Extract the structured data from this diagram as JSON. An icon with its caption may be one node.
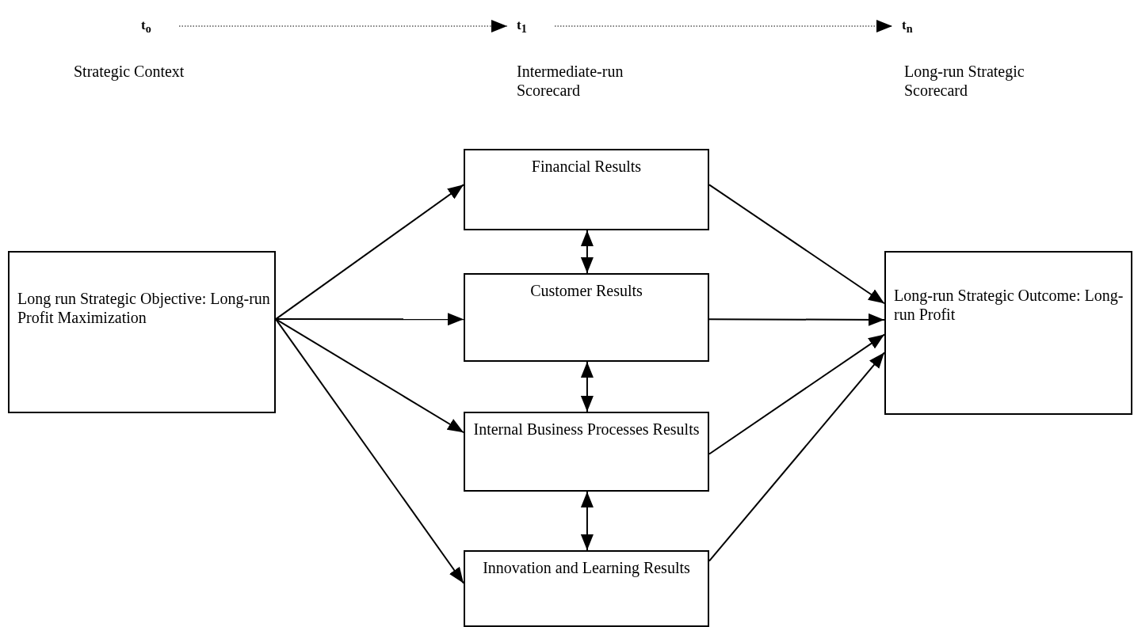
{
  "diagram": {
    "nodes": [
      {
        "text": [
          "t$_{o}$"
        ]
      },
      {
        "text": [
          "t$_{1}$"
        ]
      },
      {
        "text": [
          "t$_{n}$"
        ]
      },
      {
        "text": [
          "Long run Strategic Objective: Long-run Profit Maximization"
        ]
      },
      {
        "text": [
          "Financial Results"
        ]
      },
      {
        "text": [
          "Customer Results"
        ]
      },
      {
        "text": [
          "Internal Business Processes Results"
        ]
      },
      {
        "text": [
          "Innovation and Learning Results"
        ]
      },
      {
        "text": [
          "Long-run Strategic Outcome: Long-run Profit"
        ]
      }
    ],
    "edges": [
      {
        "from": 0,
        "to": 1,
        "arrow": "to",
        "style": "dashed"
      },
      {
        "from": 1,
        "to": 2,
        "arrow": "to",
        "style": "dashed"
      },
      {
        "from": 3,
        "to": 4,
        "arrow": "to"
      },
      {
        "from": 3,
        "to": 5,
        "arrow": "to"
      },
      {
        "from": 3,
        "to": 6,
        "arrow": "to"
      },
      {
        "from": 3,
        "to": 7,
        "arrow": "to"
      },
      {
        "from": 4,
        "to": 5,
        "arrow": "both"
      },
      {
        "from": 5,
        "to": 6,
        "arrow": "both"
      },
      {
        "from": 6,
        "to": 7,
        "arrow": "both"
      },
      {
        "from": 4,
        "to": 8,
        "arrow": "to"
      },
      {
        "from": 5,
        "to": 8,
        "arrow": "to"
      },
      {
        "from": 6,
        "to": 8,
        "arrow": "to"
      },
      {
        "from": 7,
        "to": 8,
        "arrow": "to"
      }
    ],
    "labels": [
      "Strategic Context",
      "Intermediate-run Scorecard",
      "Long-run Strategic Scorecard"
    ]
  }
}
